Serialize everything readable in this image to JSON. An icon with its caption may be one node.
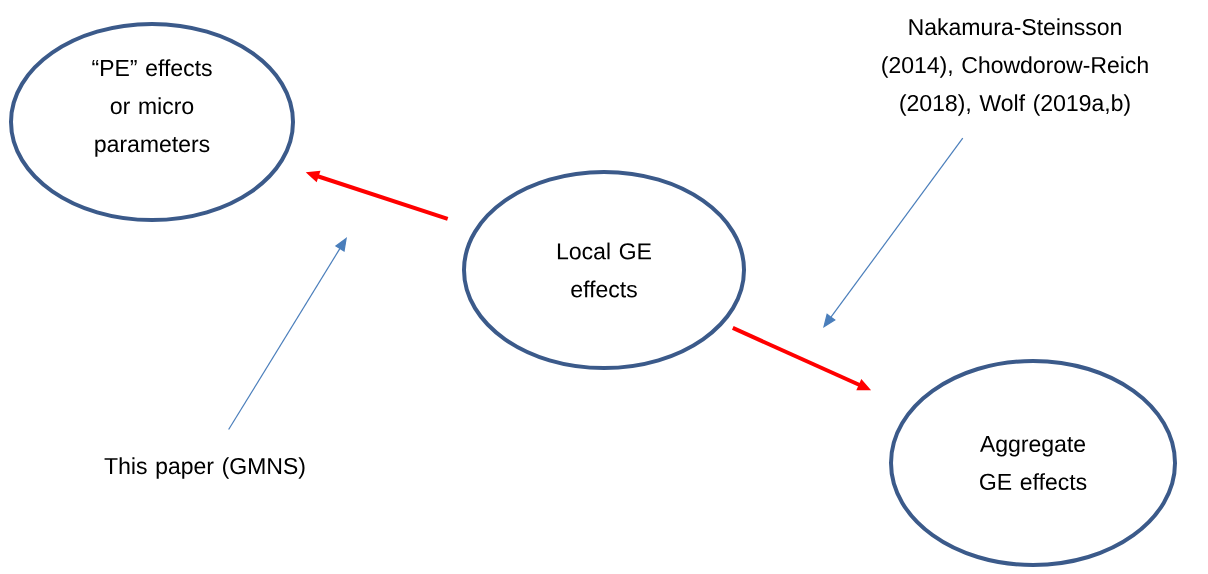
{
  "diagram": {
    "nodes": [
      {
        "text": [
          "“PE” effects or micro parameters"
        ]
      },
      {
        "text": [
          "Local GE effects"
        ]
      },
      {
        "text": [
          "Aggregate GE effects"
        ]
      },
      {
        "text": [
          "Nakamura-Steinsson (2014), Chowdorow-Reich (2018), Wolf (2019a,b)"
        ]
      },
      {
        "text": [
          "This paper (GMNS)"
        ]
      }
    ],
    "edges": [
      {
        "from": 1,
        "to": 0,
        "arrow": "to",
        "style": "thick",
        "color": "#ff0000"
      },
      {
        "from": 1,
        "to": 2,
        "arrow": "to",
        "style": "thick",
        "color": "#ff0000"
      },
      {
        "from": 3,
        "to": null,
        "arrow": "to",
        "color": "#4a7ebb"
      },
      {
        "from": 4,
        "to": null,
        "arrow": "to",
        "color": "#4a7ebb"
      }
    ]
  }
}
